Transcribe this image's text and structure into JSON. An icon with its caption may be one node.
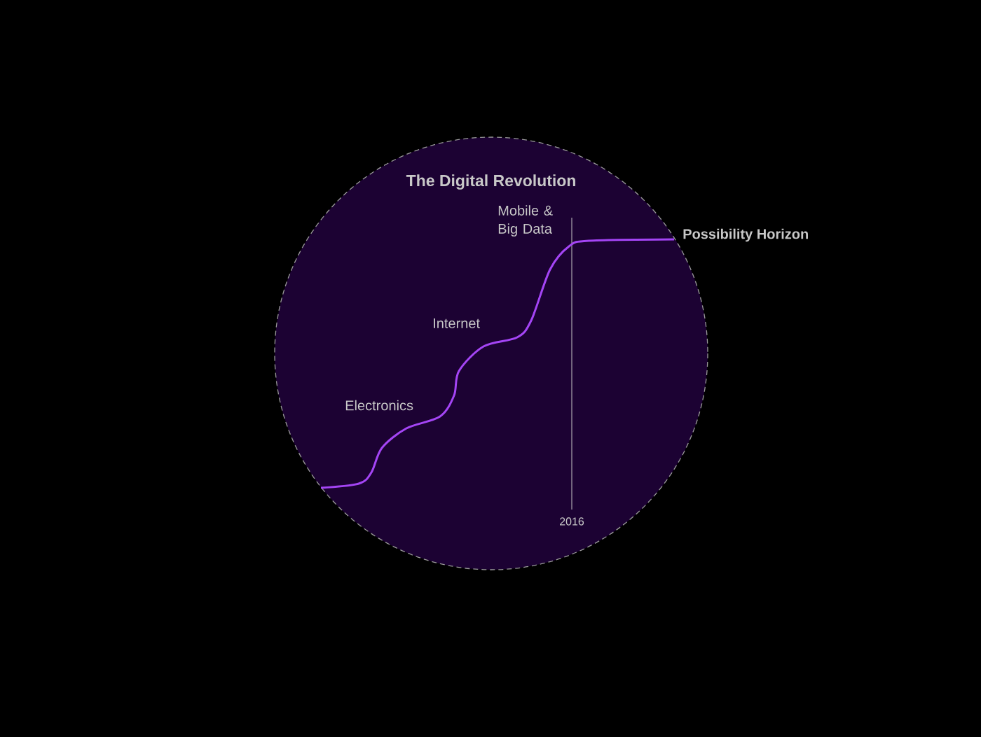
{
  "diagram": {
    "title": "The Digital Revolution",
    "labels": [
      "Mobile & Big Data",
      "Internet",
      "Electronics",
      "2016",
      "Possibility Horizon"
    ]
  }
}
